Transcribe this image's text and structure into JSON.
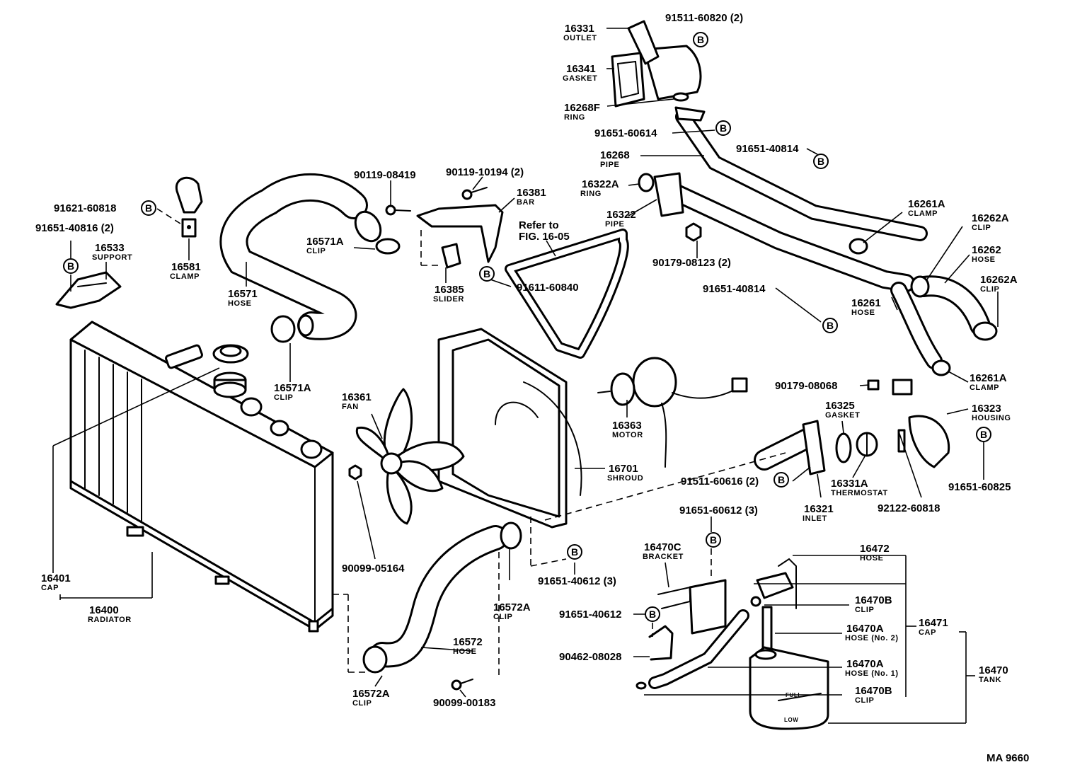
{
  "figure_code": "MA 9660",
  "bolt_marker": "B",
  "refer_note": {
    "line1": "Refer to",
    "line2": "FIG. 16-05"
  },
  "labels": {
    "p16331": {
      "num": "16331",
      "name": "OUTLET"
    },
    "p91511_60820": {
      "num": "91511-60820 (2)"
    },
    "p16341": {
      "num": "16341",
      "name": "GASKET"
    },
    "p16268F": {
      "num": "16268F",
      "name": "RING"
    },
    "p91651_60614": {
      "num": "91651-60614"
    },
    "p16268": {
      "num": "16268",
      "name": "PIPE"
    },
    "p91651_40814a": {
      "num": "91651-40814"
    },
    "p16322A": {
      "num": "16322A",
      "name": "RING"
    },
    "p16322": {
      "num": "16322",
      "name": "PIPE"
    },
    "p90179_08123": {
      "num": "90179-08123 (2)"
    },
    "p16261A_top": {
      "num": "16261A",
      "name": "CLAMP"
    },
    "p16262A_top": {
      "num": "16262A",
      "name": "CLIP"
    },
    "p16262": {
      "num": "16262",
      "name": "HOSE"
    },
    "p16262A_mid": {
      "num": "16262A",
      "name": "CLIP"
    },
    "p91651_40814b": {
      "num": "91651-40814"
    },
    "p16261": {
      "num": "16261",
      "name": "HOSE"
    },
    "p16261A_bot": {
      "num": "16261A",
      "name": "CLAMP"
    },
    "p90179_08068": {
      "num": "90179-08068"
    },
    "p16325": {
      "num": "16325",
      "name": "GASKET"
    },
    "p16323": {
      "num": "16323",
      "name": "HOUSING"
    },
    "p16331A": {
      "num": "16331A",
      "name": "THERMOSTAT"
    },
    "p91651_60825": {
      "num": "91651-60825"
    },
    "p92122_60818": {
      "num": "92122-60818"
    },
    "p91511_60616": {
      "num": "91511-60616 (2)"
    },
    "p16321": {
      "num": "16321",
      "name": "INLET"
    },
    "p90119_08419": {
      "num": "90119-08419"
    },
    "p90119_10194": {
      "num": "90119-10194 (2)"
    },
    "p16381": {
      "num": "16381",
      "name": "BAR"
    },
    "p91621_60818": {
      "num": "91621-60818"
    },
    "p91651_40816": {
      "num": "91651-40816 (2)"
    },
    "p16533": {
      "num": "16533",
      "name": "SUPPORT"
    },
    "p16581": {
      "num": "16581",
      "name": "CLAMP"
    },
    "p16571A_top": {
      "num": "16571A",
      "name": "CLIP"
    },
    "p16385": {
      "num": "16385",
      "name": "SLIDER"
    },
    "p91611_60840": {
      "num": "91611-60840"
    },
    "p16571": {
      "num": "16571",
      "name": "HOSE"
    },
    "p16571A_bot": {
      "num": "16571A",
      "name": "CLIP"
    },
    "p16361": {
      "num": "16361",
      "name": "FAN"
    },
    "p16363": {
      "num": "16363",
      "name": "MOTOR"
    },
    "p16701": {
      "num": "16701",
      "name": "SHROUD"
    },
    "p90099_05164": {
      "num": "90099-05164"
    },
    "p16401": {
      "num": "16401",
      "name": "CAP"
    },
    "p16400": {
      "num": "16400",
      "name": "RADIATOR"
    },
    "p91651_60612": {
      "num": "91651-60612 (3)"
    },
    "p16470C": {
      "num": "16470C",
      "name": "BRACKET"
    },
    "p91651_40612a": {
      "num": "91651-40612 (3)"
    },
    "p16572A_mid": {
      "num": "16572A",
      "name": "CLIP"
    },
    "p16572": {
      "num": "16572",
      "name": "HOSE"
    },
    "p16572A_bot": {
      "num": "16572A",
      "name": "CLIP"
    },
    "p90099_00183": {
      "num": "90099-00183"
    },
    "p91651_40612b": {
      "num": "91651-40612"
    },
    "p90462_08028": {
      "num": "90462-08028"
    },
    "p16472": {
      "num": "16472",
      "name": "HOSE"
    },
    "p16470B_top": {
      "num": "16470B",
      "name": "CLIP"
    },
    "p16470A_2": {
      "num": "16470A",
      "name": "HOSE (No. 2)"
    },
    "p16471": {
      "num": "16471",
      "name": "CAP"
    },
    "p16470A_1": {
      "num": "16470A",
      "name": "HOSE (No. 1)"
    },
    "p16470": {
      "num": "16470",
      "name": "TANK"
    },
    "p16470B_bot": {
      "num": "16470B",
      "name": "CLIP"
    }
  },
  "tank_marks": {
    "full": "FULL",
    "low": "LOW"
  }
}
